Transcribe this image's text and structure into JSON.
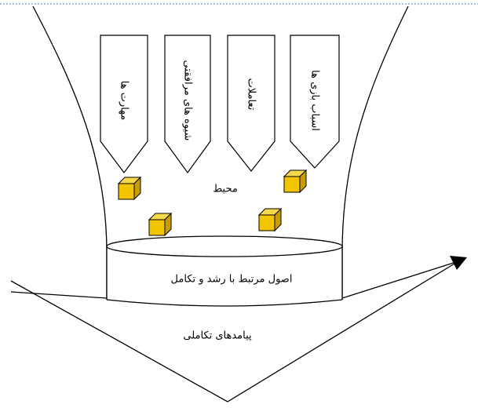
{
  "diagram": {
    "banners": [
      {
        "id": "skills",
        "label": "مهارت ها"
      },
      {
        "id": "learning-methods",
        "label": "شیوه های مرافقتی"
      },
      {
        "id": "interactions",
        "label": "تعاملات"
      },
      {
        "id": "tools",
        "label": "اسباب بازی ها"
      }
    ],
    "environment_label": "محیط",
    "cylinder_label": "اصول مرتبط با رشد و تکامل",
    "outcomes_label": "پیامدهای تکاملی",
    "colors": {
      "cube_front": "#f2c500",
      "cube_top": "#f7d84a",
      "cube_side": "#c99d00",
      "top_border": "#4f81bd",
      "line": "#000000"
    }
  }
}
